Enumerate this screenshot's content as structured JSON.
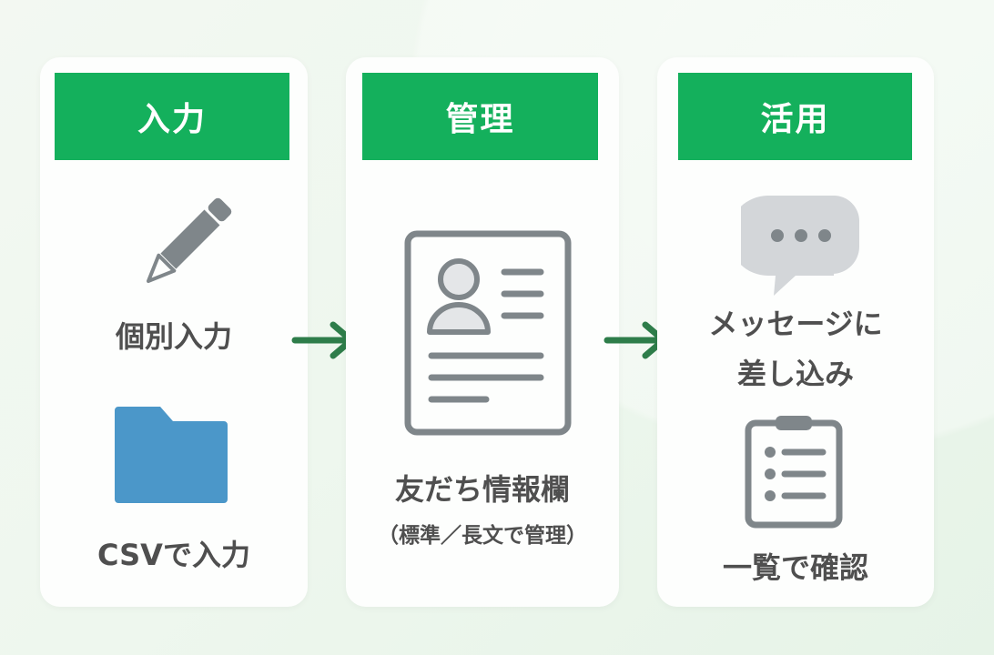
{
  "columns": [
    {
      "title": "入力",
      "items": [
        "個別入力",
        "CSVで入力"
      ]
    },
    {
      "title": "管理",
      "items": [
        "友だち情報欄",
        "（標準／長文で管理）"
      ]
    },
    {
      "title": "活用",
      "items": [
        "メッセージに",
        "差し込み",
        "一覧で確認"
      ]
    }
  ],
  "colors": {
    "header": "#14b05c",
    "arrow": "#2e7d4a",
    "icon_gray": "#7f868a",
    "folder": "#4b97c9"
  }
}
